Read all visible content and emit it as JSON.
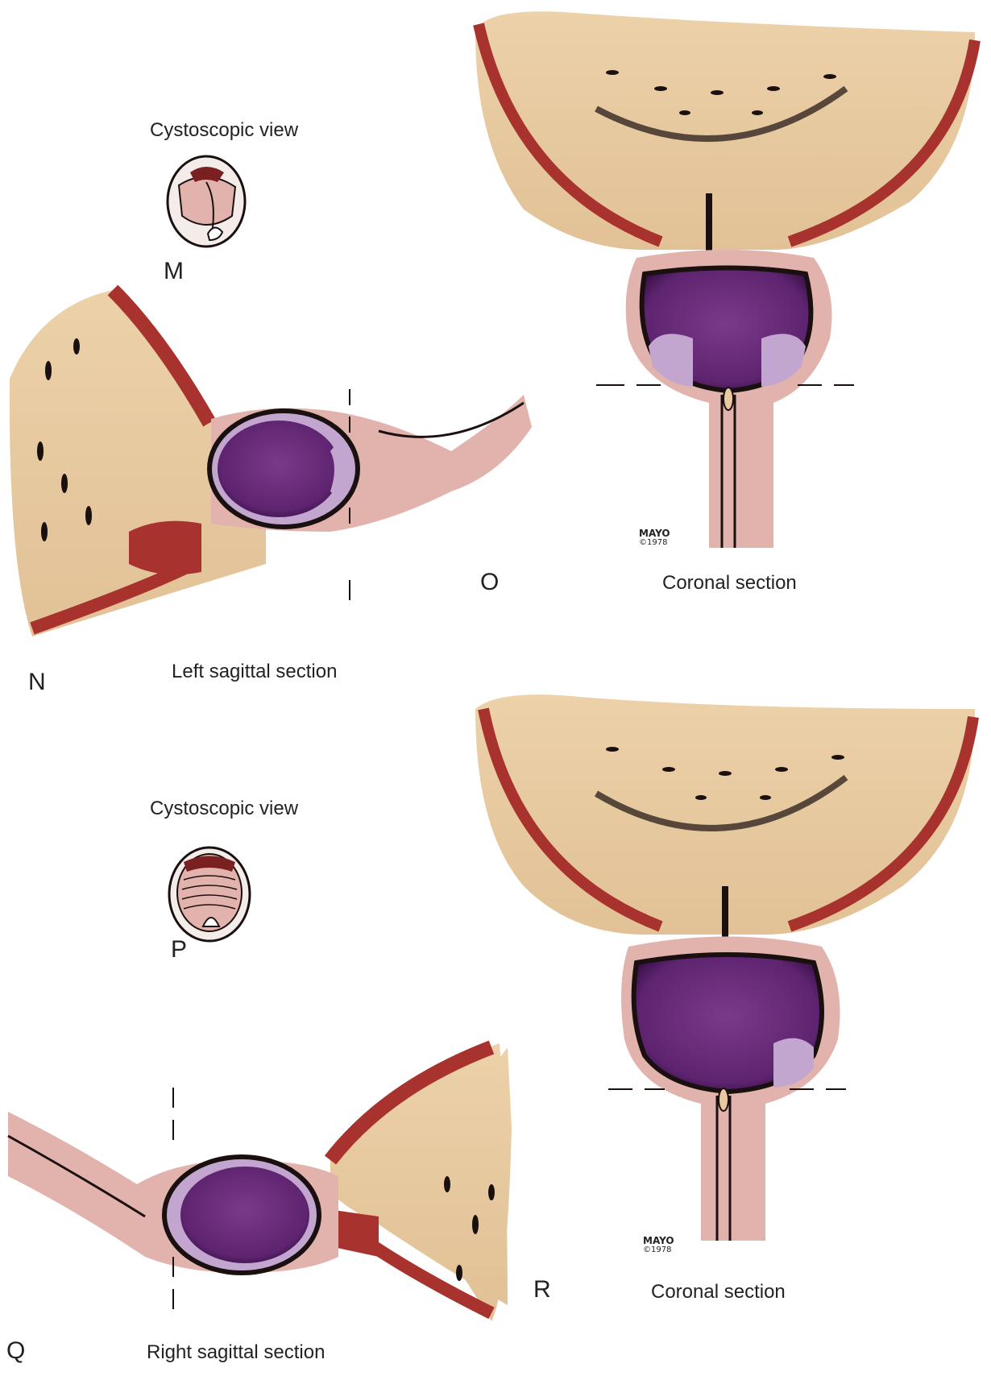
{
  "labels": {
    "m_view": "Cystoscopic view",
    "m": "M",
    "n": "N",
    "n_caption": "Left sagittal section",
    "o": "O",
    "o_caption": "Coronal section",
    "p_view": "Cystoscopic view",
    "p": "P",
    "q": "Q",
    "q_caption": "Right sagittal section",
    "r": "R",
    "r_caption": "Coronal section"
  },
  "copyright": {
    "top_brand": "MAYO",
    "top_year": "©1978",
    "bottom_brand": "MAYO",
    "bottom_year": "©1978"
  },
  "colors": {
    "tissue": "#e8c9a0",
    "muscle": "#a8322e",
    "mucosa": "#e2b3ac",
    "lumen": "#6a2a78",
    "lumen_light": "#c2a6cf",
    "outline": "#1a1010"
  }
}
